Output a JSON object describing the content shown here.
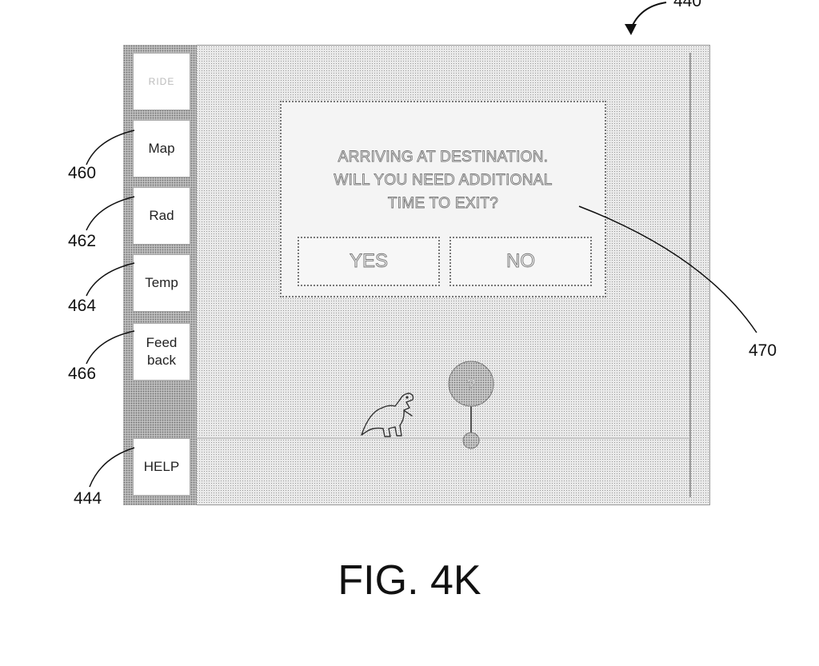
{
  "figure": {
    "title": "FIG. 4K"
  },
  "sidebar": {
    "items": [
      {
        "label": "RIDE",
        "faint": true
      },
      {
        "label": "Map",
        "ref": "460"
      },
      {
        "label": "Rad",
        "ref": "462"
      },
      {
        "label": "Temp",
        "ref": "464"
      },
      {
        "label_line1": "Feed",
        "label_line2": "back",
        "ref": "466"
      }
    ],
    "help": {
      "label": "HELP",
      "ref": "444"
    }
  },
  "dialog": {
    "line1": "ARRIVING AT DESTINATION.",
    "line2": "WILL YOU NEED ADDITIONAL",
    "line3": "TIME TO EXIT?",
    "yes_label": "YES",
    "no_label": "NO",
    "ref": "470"
  },
  "screen": {
    "ref": "440"
  },
  "icons": {
    "dinosaur": "dinosaur-icon",
    "pin": "location-pin-icon",
    "arrow": "reference-arrow-icon"
  },
  "colors": {
    "pattern_dark": "#9a9a9a",
    "pattern_light": "#eaeaea",
    "line": "#111111"
  }
}
